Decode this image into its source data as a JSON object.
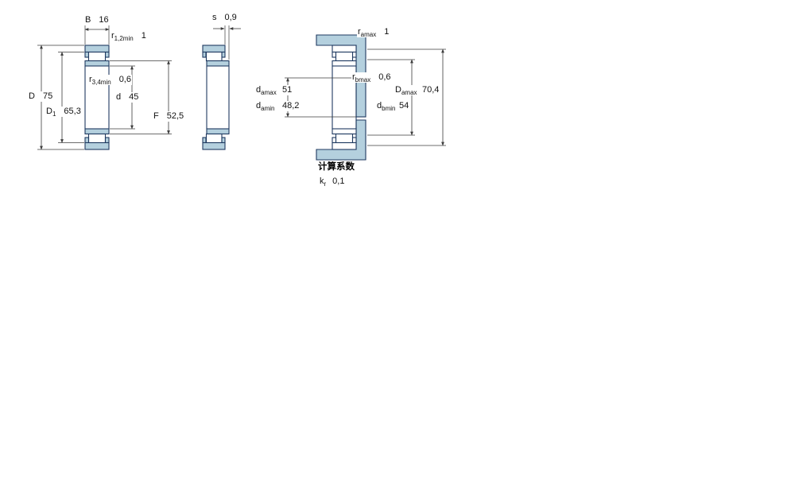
{
  "colors": {
    "fill-steel": "#b4d0de",
    "line-navy": "#1f3a60",
    "line-dim": "#3c3c3c",
    "text": "#111111"
  },
  "labels": {
    "b": {
      "sym": "B",
      "sub": "",
      "val": "16"
    },
    "r12": {
      "sym": "r",
      "sub": "1,2min",
      "val": "1"
    },
    "r34": {
      "sym": "r",
      "sub": "3,4min",
      "val": "0,6"
    },
    "d": {
      "sym": "d",
      "sub": "",
      "val": "45"
    },
    "D": {
      "sym": "D",
      "sub": "",
      "val": "75"
    },
    "D1": {
      "sym": "D",
      "sub": "1",
      "val": "65,3"
    },
    "F": {
      "sym": "F",
      "sub": "",
      "val": "52,5"
    },
    "s": {
      "sym": "s",
      "sub": "",
      "val": "0,9"
    },
    "ra": {
      "sym": "r",
      "sub": "amax",
      "val": "1"
    },
    "rb": {
      "sym": "r",
      "sub": "bmax",
      "val": "0,6"
    },
    "da_max": {
      "sym": "d",
      "sub": "amax",
      "val": "51"
    },
    "da_min": {
      "sym": "d",
      "sub": "amin",
      "val": "48,2"
    },
    "Da_max": {
      "sym": "D",
      "sub": "amax",
      "val": "70,4"
    },
    "db_min": {
      "sym": "d",
      "sub": "bmin",
      "val": "54"
    },
    "kr": {
      "sym": "k",
      "sub": "r",
      "val": "0,1"
    }
  },
  "sections": {
    "calc_heading": "计算系数"
  }
}
